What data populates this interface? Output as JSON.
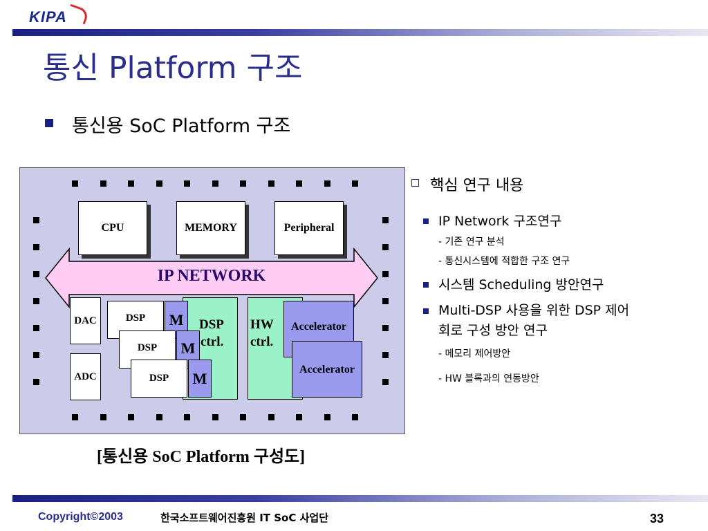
{
  "header": {
    "logo": "KIPA"
  },
  "title": "통신 Platform 구조",
  "subtitle": "통신용 SoC Platform 구조",
  "diagram": {
    "top_blocks": [
      "CPU",
      "MEMORY",
      "Peripheral"
    ],
    "network_label": "IP NETWORK",
    "converters": [
      "DAC",
      "ADC"
    ],
    "dsp_label": "DSP",
    "m_label": "M",
    "dsp_ctrl": [
      "DSP",
      "ctrl."
    ],
    "hw_ctrl": [
      "HW",
      "ctrl."
    ],
    "accelerator_label": "Accelerator",
    "caption": "[통신용 SoC Platform 구성도]"
  },
  "research": {
    "heading": "핵심 연구 내용",
    "items": [
      {
        "text": "IP Network 구조연구",
        "subs": [
          "- 기존 연구 분석",
          "- 통신시스템에 적합한 구조 연구"
        ]
      },
      {
        "text": "시스템 Scheduling 방안연구",
        "subs": []
      },
      {
        "text": "Multi-DSP 사용을 위한 DSP 제어",
        "text2": "회로 구성 방안 연구",
        "subs": [
          "- 메모리 제어방안",
          "- HW 블록과의 연동방안"
        ]
      }
    ]
  },
  "footer": {
    "copyright": "Copyright©2003",
    "org": "한국소프트웨어진흥원 IT SoC 사업단",
    "page": "33"
  },
  "colors": {
    "accent": "#2a2c8c",
    "board": "#ccccea",
    "network": "#ffccf5",
    "green": "#99f2c8",
    "module": "#9999ee"
  }
}
